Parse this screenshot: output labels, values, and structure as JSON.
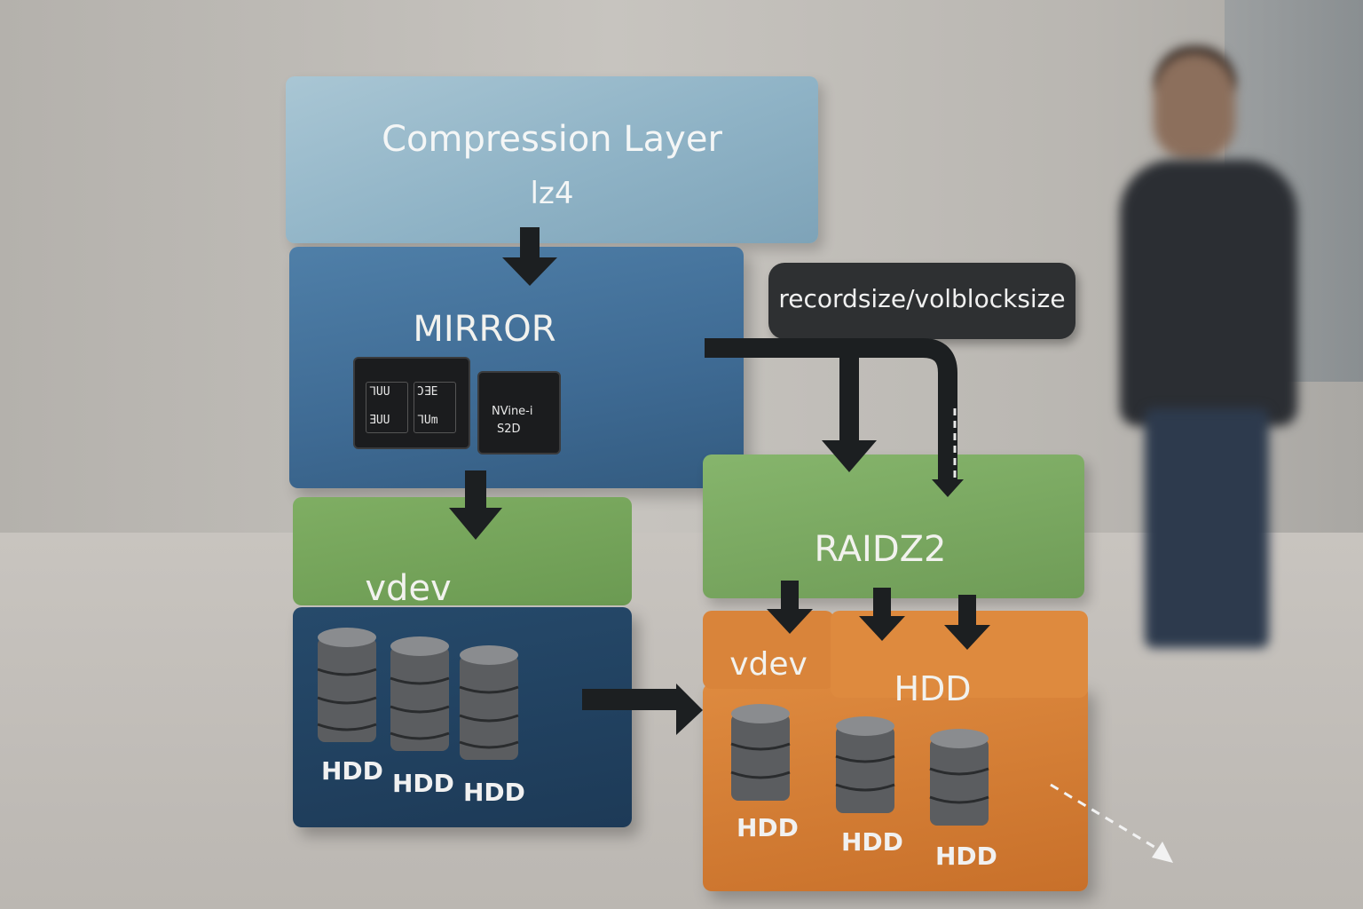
{
  "compression": {
    "title": "Compression Layer",
    "algorithm": "lz4"
  },
  "mirror": {
    "title": "MIRROR",
    "chip1": {
      "a": "ᒣUU",
      "b": "ƆƎE",
      "c": "ƎUU",
      "d": "ᒣUm"
    },
    "chip2": {
      "line1": "NVine-i",
      "line2": "S2D"
    }
  },
  "callout": {
    "text": "recordsize/volblocksize"
  },
  "left_vdev": {
    "title": "vdev",
    "disks": [
      "HDD",
      "HDD",
      "HDD"
    ]
  },
  "raidz2": {
    "title": "RAIDZ2"
  },
  "right_vdev": {
    "vdev_label": "vdev",
    "hdd_label": "HDD",
    "disks": [
      "HDD",
      "HDD",
      "HDD"
    ]
  },
  "colors": {
    "compression": "#8fb3c6",
    "mirror": "#3e6a93",
    "vdev_green": "#6b9a52",
    "vdev_blue": "#1d3a57",
    "orange": "#d9843a",
    "arrow": "#1c1f21"
  }
}
